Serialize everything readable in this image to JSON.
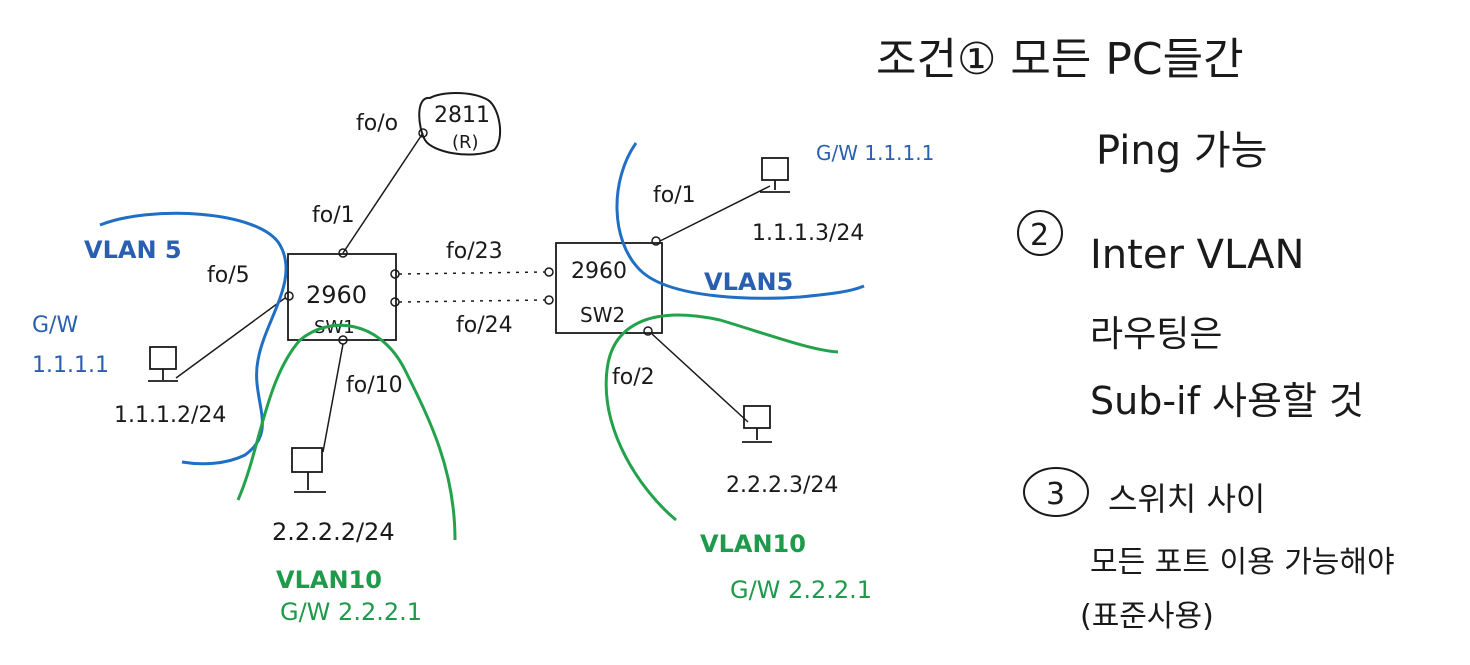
{
  "router": {
    "model": "2811",
    "note": "(R)"
  },
  "switches": [
    {
      "model": "2960",
      "name": "SW1"
    },
    {
      "model": "2960",
      "name": "SW2"
    }
  ],
  "ports": {
    "r_f0_0": "fo/o",
    "sw1_f0_1": "fo/1",
    "sw1_f0_5": "fo/5",
    "sw1_f0_10": "fo/10",
    "trunk_f0_23": "fo/23",
    "trunk_f0_24": "fo/24",
    "sw2_f0_1": "fo/1",
    "sw2_f0_2": "fo/2"
  },
  "pcs": [
    {
      "ip": "1.1.1.2/24"
    },
    {
      "ip": "2.2.2.2/24"
    },
    {
      "ip": "1.1.1.3/24"
    },
    {
      "ip": "2.2.2.3/24"
    }
  ],
  "vlans": {
    "vlan5_left": "VLAN 5",
    "vlan5_left_gw_1": "G/W",
    "vlan5_left_gw_2": "1.1.1.1",
    "vlan5_right": "VLAN5",
    "vlan5_right_gw": "G/W 1.1.1.1",
    "vlan10_left": "VLAN10",
    "vlan10_left_gw": "G/W 2.2.2.1",
    "vlan10_right": "VLAN10",
    "vlan10_right_gw": "G/W 2.2.2.1"
  },
  "conditions": {
    "c1_line1": "조건① 모든 PC들간",
    "c1_line2": "Ping 가능",
    "c2_num": "2",
    "c2_line1": "Inter VLAN",
    "c2_line2": "라우팅은",
    "c2_line3": "Sub-if 사용할 것",
    "c3_num": "3",
    "c3_line1": "스위치 사이",
    "c3_line2": "모든 포트 이용 가능해야",
    "c3_line3": "(표준사용)"
  },
  "colors": {
    "ink": "#1a1a1a",
    "blue": "#2a5fb0",
    "green": "#1e9a4a"
  }
}
